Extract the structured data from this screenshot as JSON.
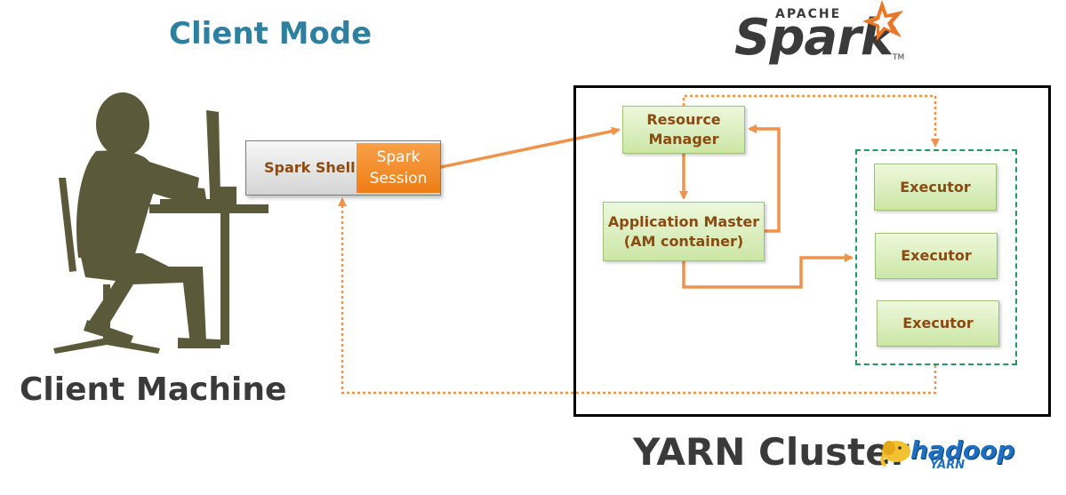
{
  "title": "Client Mode",
  "client_machine_label": "Client Machine",
  "cluster_label": "YARN Cluster",
  "spark_logo": {
    "apache": "APACHE",
    "word": "Spark",
    "tm": "TM"
  },
  "hadoop_logo": {
    "word": "hadoop",
    "yarn": "YARN"
  },
  "client": {
    "spark_shell": "Spark Shell",
    "spark_session": "Spark\nSession"
  },
  "nodes": {
    "resource_manager": "Resource\nManager",
    "application_master": "Application Master\n(AM container)",
    "executors": [
      "Executor",
      "Executor",
      "Executor"
    ]
  },
  "colors": {
    "title": "#2e7fa0",
    "arrow": "#f0924a",
    "node_text": "#8a4a10",
    "node_fill": "#d9efbd",
    "executor_group_border": "#1f9a60",
    "silhouette": "#5a5a3a"
  }
}
